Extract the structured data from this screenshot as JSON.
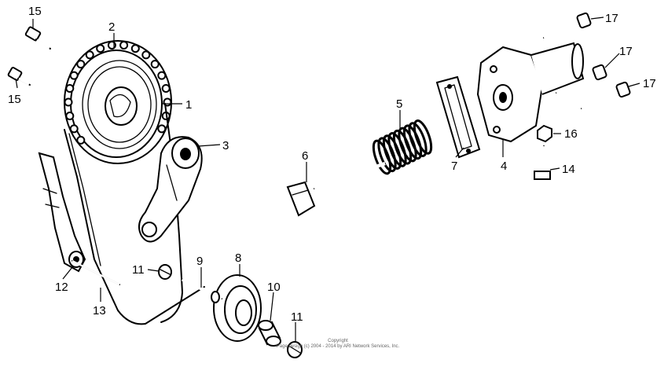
{
  "callouts": [
    {
      "id": "c2",
      "text": "2"
    },
    {
      "id": "c1",
      "text": "1"
    },
    {
      "id": "c3",
      "text": "3"
    },
    {
      "id": "c15a",
      "text": "15"
    },
    {
      "id": "c15b",
      "text": "15"
    },
    {
      "id": "c5",
      "text": "5"
    },
    {
      "id": "c6",
      "text": "6"
    },
    {
      "id": "c7",
      "text": "7"
    },
    {
      "id": "c4",
      "text": "4"
    },
    {
      "id": "c16",
      "text": "16"
    },
    {
      "id": "c14",
      "text": "14"
    },
    {
      "id": "c17a",
      "text": "17"
    },
    {
      "id": "c17b",
      "text": "17"
    },
    {
      "id": "c17c",
      "text": "17"
    },
    {
      "id": "c12",
      "text": "12"
    },
    {
      "id": "c13",
      "text": "13"
    },
    {
      "id": "c11a",
      "text": "11"
    },
    {
      "id": "c9",
      "text": "9"
    },
    {
      "id": "c8",
      "text": "8"
    },
    {
      "id": "c10",
      "text": "10"
    },
    {
      "id": "c11b",
      "text": "11"
    }
  ],
  "copyright": {
    "line1": "Copyright",
    "line2": "Page design (c) 2004 - 2014 by ARI Network Services, Inc."
  }
}
